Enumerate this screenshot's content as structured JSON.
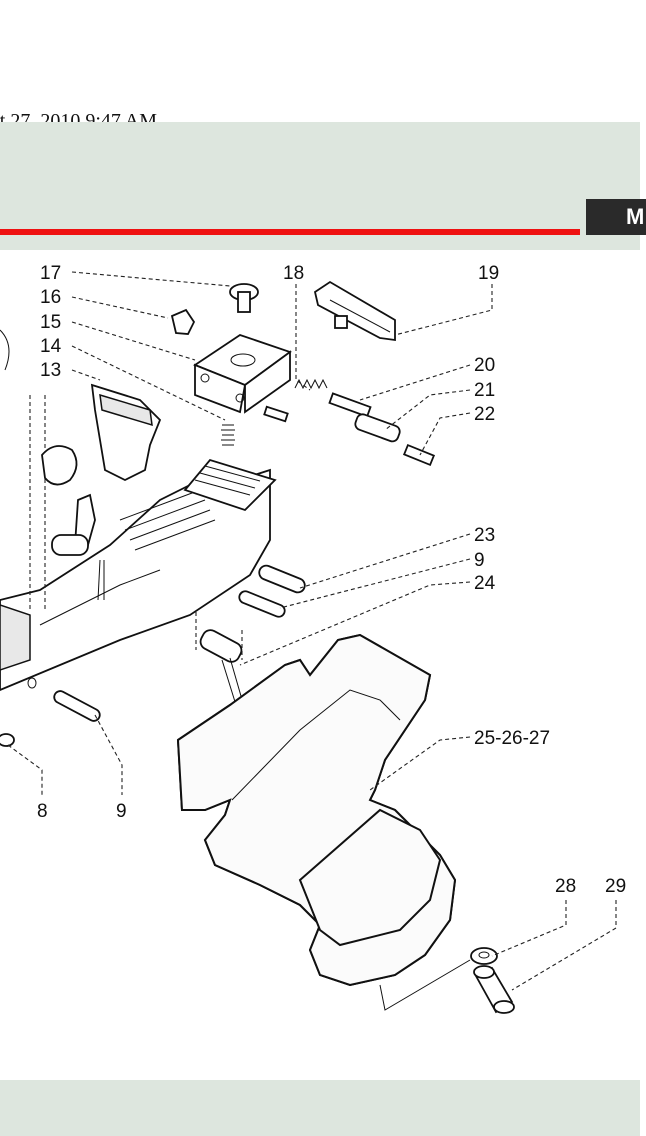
{
  "header": {
    "timestamp": "st 27, 2010  9:47 AM",
    "tab_label": "M"
  },
  "diagram": {
    "callouts": [
      {
        "id": "c17",
        "label": "17"
      },
      {
        "id": "c16",
        "label": "16"
      },
      {
        "id": "c15",
        "label": "15"
      },
      {
        "id": "c14",
        "label": "14"
      },
      {
        "id": "c13",
        "label": "13"
      },
      {
        "id": "c18",
        "label": "18"
      },
      {
        "id": "c19",
        "label": "19"
      },
      {
        "id": "c20",
        "label": "20"
      },
      {
        "id": "c21",
        "label": "21"
      },
      {
        "id": "c22",
        "label": "22"
      },
      {
        "id": "c23",
        "label": "23"
      },
      {
        "id": "c9a",
        "label": "9"
      },
      {
        "id": "c24",
        "label": "24"
      },
      {
        "id": "c2527",
        "label": "25-26-27"
      },
      {
        "id": "c8",
        "label": "8"
      },
      {
        "id": "c9b",
        "label": "9"
      },
      {
        "id": "c28",
        "label": "28"
      },
      {
        "id": "c29",
        "label": "29"
      }
    ]
  }
}
